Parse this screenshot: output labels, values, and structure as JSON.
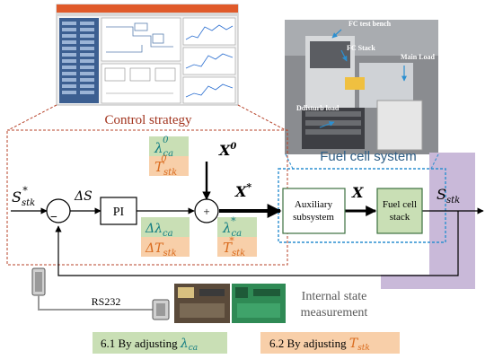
{
  "control_strategy": {
    "title": "Control strategy"
  },
  "fuel_cell_system": {
    "title": "Fuel cell system"
  },
  "photo_labels": {
    "fc_test_bench": "FC test bench",
    "fc_stack": "FC Stack",
    "main_load": "Main Load",
    "disturb_load": "Ddisturb load"
  },
  "signals": {
    "s_stk_ref_main": "S",
    "s_stk_ref_sub": "stk",
    "s_stk_ref_sup": "*",
    "delta_s": "ΔS",
    "x0_main": "X",
    "x0_sup": "0",
    "x_star_main": "X",
    "x_star_sup": "*",
    "x_main": "X",
    "s_stk_main": "S",
    "s_stk_sub": "stk"
  },
  "sum_signs": {
    "minus": "−",
    "plus": "+"
  },
  "blocks": {
    "pi": "PI",
    "auxiliary_line1": "Auxiliary",
    "auxiliary_line2": "subsystem",
    "fuel_cell_line1": "Fuel cell",
    "fuel_cell_line2": "stack"
  },
  "parameters": {
    "lambda_main": "λ",
    "lambda_sub": "ca",
    "lambda0_sup": "0",
    "t_main": "T",
    "t_sub": "stk",
    "t0_sup": "0",
    "delta_lambda": "Δλ",
    "delta_lambda_sub": "ca",
    "delta_t": "ΔT",
    "delta_t_sub": "stk",
    "lambda_star_sup": "*",
    "t_star_sup": "*"
  },
  "communication": {
    "rs232": "RS232"
  },
  "internal_state": {
    "line1": "Internal state",
    "line2": "measurement"
  },
  "legend": {
    "item1_prefix": "6.1 By adjusting ",
    "item1_var": "λ",
    "item1_sub": "ca",
    "item2_prefix": "6.2 By adjusting ",
    "item2_var": "T",
    "item2_sub": "stk"
  },
  "colors": {
    "green_fill": "#c9dfb5",
    "orange_fill": "#f8cfa9",
    "lavender": "#c9b9d9",
    "red_dashed": "#b7432a",
    "blue_dashed": "#2c8fd0",
    "fc_text": "#2e5e86",
    "block_border": "#3d7040",
    "lambda_teal": "#127c82",
    "t_orange": "#d96b1e"
  }
}
